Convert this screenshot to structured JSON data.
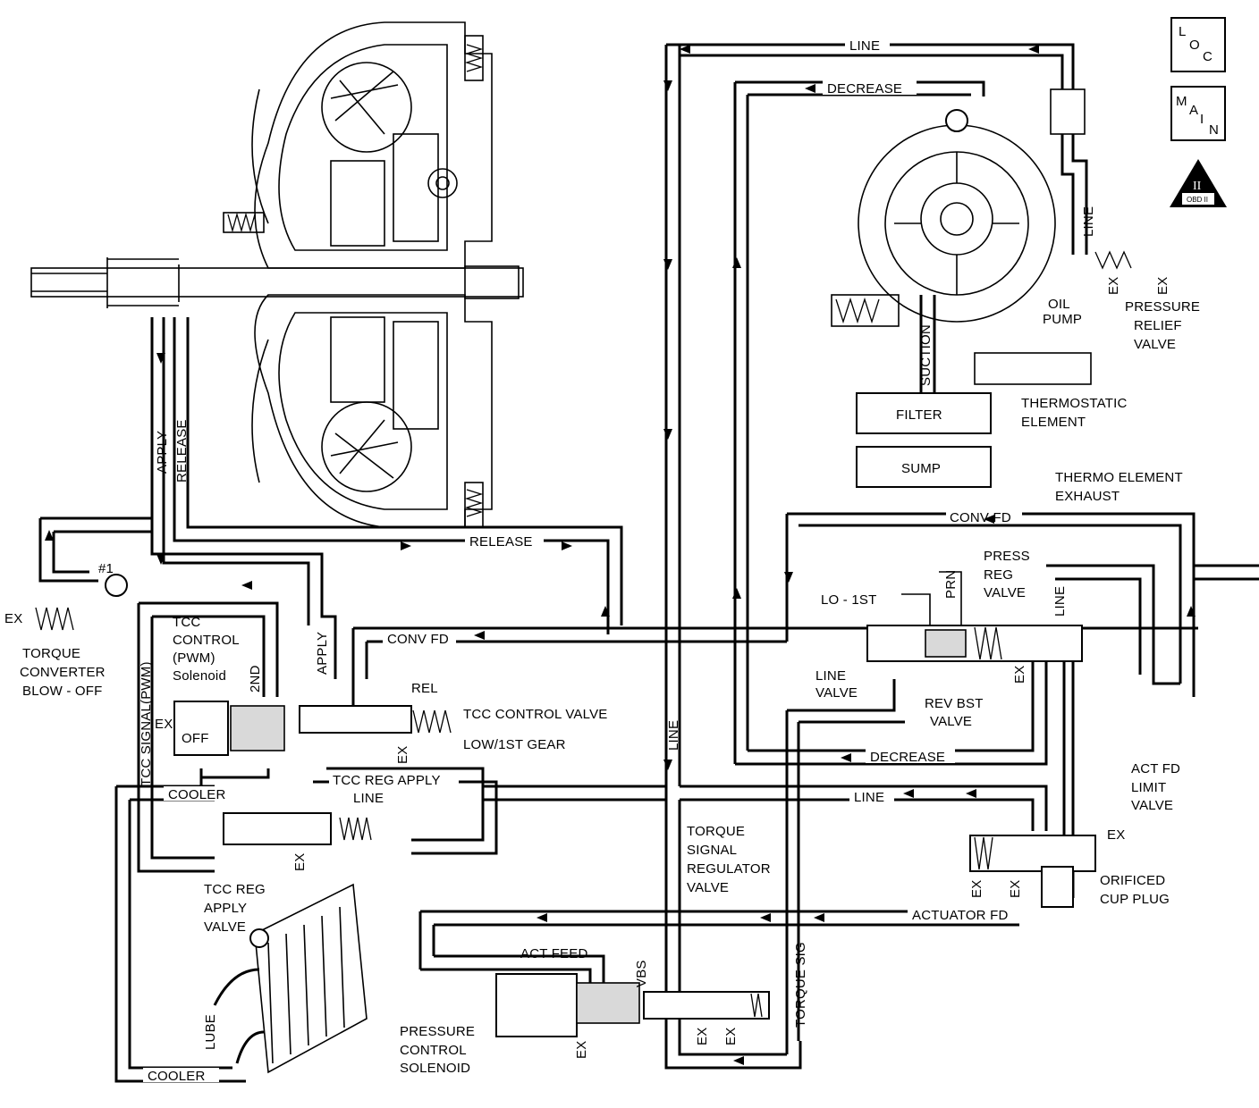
{
  "icons": {
    "loc": {
      "letters": [
        "L",
        "O",
        "C"
      ]
    },
    "main": {
      "letters": [
        "M",
        "A",
        "I",
        "N"
      ]
    },
    "obd": {
      "label": "OBD II",
      "roman": "II"
    }
  },
  "lines": {
    "line_top": "LINE",
    "decrease_top": "DECREASE",
    "line_pump": "LINE",
    "release_h": "RELEASE",
    "apply_v": "APPLY",
    "release_v": "RELEASE",
    "apply_tcc": "APPLY",
    "conv_fd_left": "CONV FD",
    "conv_fd_right": "CONV FD",
    "rel": "REL",
    "line_mid_v": "LINE",
    "decrease_mid": "DECREASE",
    "line_mid_h": "LINE",
    "tcc_reg_apply": "TCC REG APPLY",
    "line_reg": "LINE",
    "cooler_top": "COOLER",
    "cooler_bottom": "COOLER",
    "lube": "LUBE",
    "actuator_fd": "ACTUATOR FD",
    "act_feed": "ACT FEED",
    "vbs": "VBS",
    "torque_sig": "TORQUE SIG",
    "suction": "SUCTION",
    "tcc_signal": "TCC SIGNAL(PWM)",
    "line_preg": "LINE",
    "prn": "PRN",
    "lo_1st": "LO - 1ST"
  },
  "components": {
    "oil_pump": [
      "OIL",
      "PUMP"
    ],
    "pressure_relief": [
      "PRESSURE",
      "RELIEF",
      "VALVE"
    ],
    "thermostatic": [
      "THERMOSTATIC",
      "ELEMENT"
    ],
    "thermo_exhaust": [
      "THERMO ELEMENT",
      "EXHAUST"
    ],
    "filter": "FILTER",
    "sump": "SUMP",
    "press_reg": [
      "PRESS",
      "REG",
      "VALVE"
    ],
    "line_valve": [
      "LINE",
      "VALVE"
    ],
    "rev_bst": [
      "REV BST",
      "VALVE"
    ],
    "torque_conv_blowoff": [
      "TORQUE",
      "CONVERTER",
      "BLOW - OFF"
    ],
    "check_ball": "#1",
    "tcc_control_sol": [
      "TCC",
      "CONTROL",
      "(PWM)",
      "Solenoid"
    ],
    "second": "2ND",
    "off": "OFF",
    "tcc_control_valve": "TCC CONTROL VALVE",
    "low_1st": "LOW/1ST GEAR",
    "tcc_reg_apply_valve": [
      "TCC REG",
      "APPLY",
      "VALVE"
    ],
    "torque_sig_reg": [
      "TORQUE",
      "SIGNAL",
      "REGULATOR",
      "VALVE"
    ],
    "pcs": [
      "PRESSURE",
      "CONTROL",
      "SOLENOID"
    ],
    "act_fd_limit": [
      "ACT FD",
      "LIMIT",
      "VALVE"
    ],
    "orificed": [
      "ORIFICED",
      "CUP PLUG"
    ],
    "ex": "EX"
  }
}
